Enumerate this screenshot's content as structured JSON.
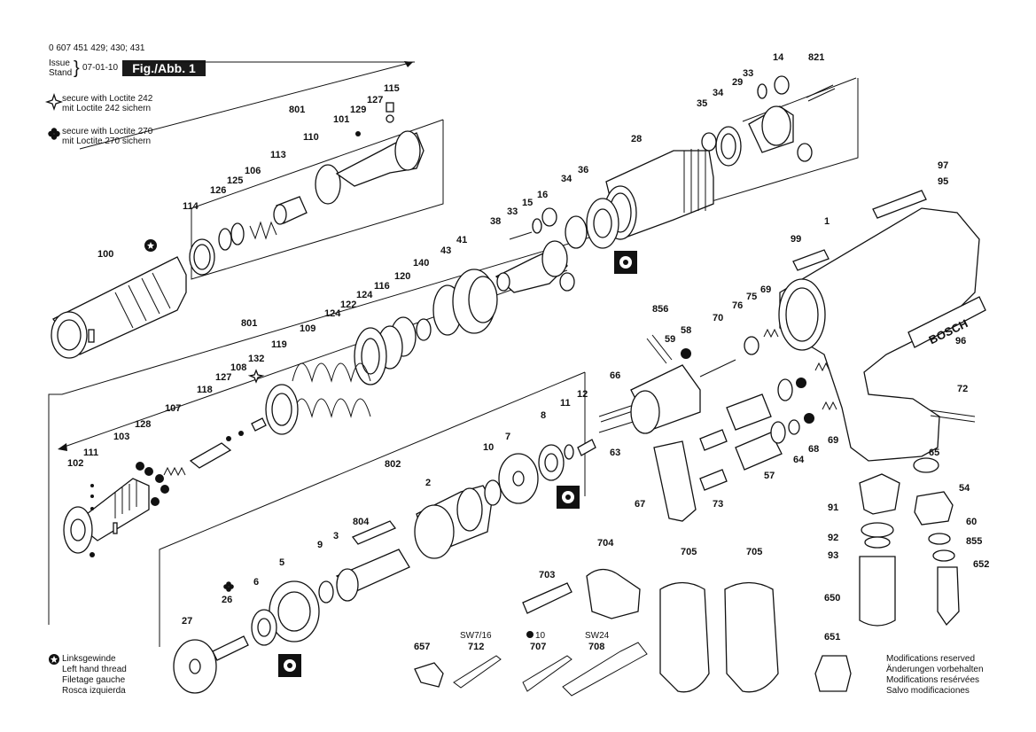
{
  "header": {
    "part_numbers": "0 607 451 429; 430; 431",
    "issue_label": "Issue",
    "stand_label": "Stand",
    "date": "07-01-10",
    "figure": "Fig./Abb. 1"
  },
  "legend": {
    "loctite242_en": "secure with Loctite 242",
    "loctite242_de": "mit Loctite 242 sichern",
    "loctite270_en": "secure with Loctite 270",
    "loctite270_de": "mit Loctite 270 sichern"
  },
  "left_thread": [
    "Linksgewinde",
    "Left hand thread",
    "Filetage gauche",
    "Rosca izquierda"
  ],
  "modifications": [
    "Modifications reserved",
    "Änderungen vorbehalten",
    "Modifications resérvées",
    "Salvo modificaciones"
  ],
  "tools": {
    "sw7": "SW7/16",
    "sw10": "10",
    "sw24": "SW24"
  },
  "brand": "BOSCH",
  "labels": [
    "821",
    "14",
    "33",
    "29",
    "34",
    "35",
    "115",
    "127",
    "129",
    "101",
    "801",
    "110",
    "113",
    "106",
    "125",
    "126",
    "114",
    "100",
    "28",
    "16",
    "15",
    "33",
    "36",
    "34",
    "38",
    "43",
    "41",
    "140",
    "97",
    "95",
    "99",
    "1",
    "120",
    "116",
    "124",
    "122",
    "124",
    "109",
    "119",
    "801",
    "132",
    "108",
    "127",
    "118",
    "107",
    "128",
    "103",
    "111",
    "102",
    "856",
    "59",
    "58",
    "70",
    "76",
    "75",
    "69",
    "96",
    "66",
    "72",
    "12",
    "11",
    "8",
    "7",
    "10",
    "63",
    "69",
    "68",
    "64",
    "65",
    "802",
    "2",
    "57",
    "73",
    "67",
    "804",
    "3",
    "9",
    "5",
    "6",
    "26",
    "27",
    "54",
    "60",
    "855",
    "652",
    "91",
    "92",
    "93",
    "650",
    "704",
    "703",
    "705",
    "705",
    "651",
    "657",
    "712",
    "707",
    "708"
  ]
}
